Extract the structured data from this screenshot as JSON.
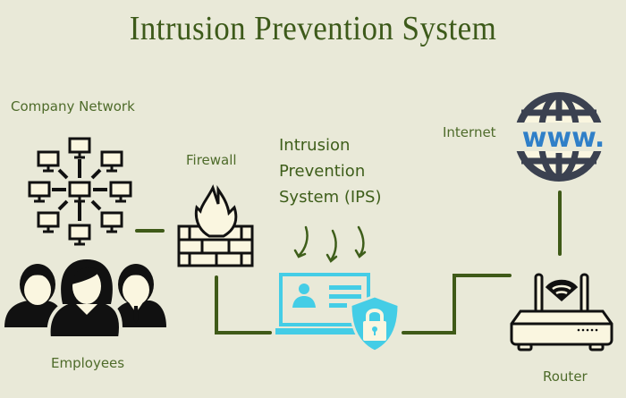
{
  "title": "Intrusion Prevention System",
  "nodes": {
    "company_network": "Company Network",
    "employees": "Employees",
    "firewall": "Firewall",
    "ips": [
      "Intrusion",
      "Prevention",
      "System (IPS)"
    ],
    "internet": "Internet",
    "internet_icon_text": "www.",
    "router": "Router"
  },
  "colors": {
    "background": "#e9e9d8",
    "title": "#3d5a1a",
    "line": "#3f5a18",
    "icon_fill": "#faf6e0",
    "icon_stroke": "#111111",
    "ips_accent": "#44cde6",
    "globe": "#3b4150",
    "www": "#2f7fc8"
  }
}
